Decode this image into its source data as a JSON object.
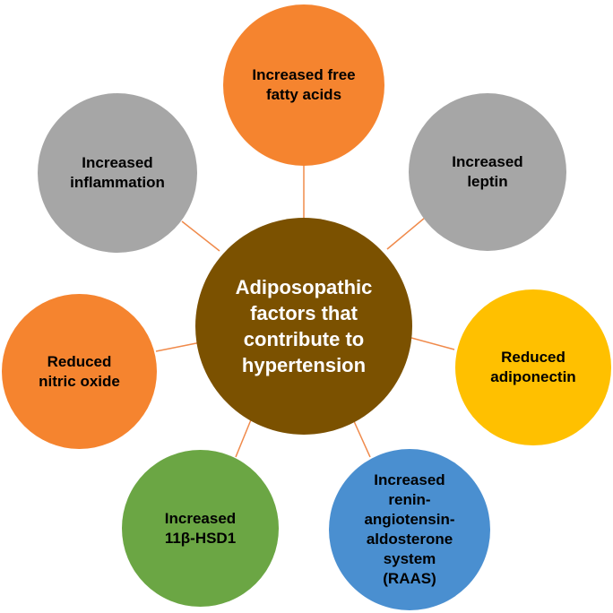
{
  "center": {
    "label": "Adiposopathic\nfactors that\ncontribute to\nhypertension",
    "color": "#7B5100"
  },
  "connector_color": "#F08A4B",
  "factors": [
    {
      "label": "Increased free\nfatty acids",
      "color": "#F5842F"
    },
    {
      "label": "Increased\nleptin",
      "color": "#A6A6A6"
    },
    {
      "label": "Reduced\nadiponectin",
      "color": "#FFC000"
    },
    {
      "label": "Increased\nrenin-\nangiotensin-\naldosterone\nsystem\n(RAAS)",
      "color": "#4A8FD0"
    },
    {
      "label": "Increased\n11β-HSD1",
      "color": "#6BA644"
    },
    {
      "label": "Reduced\nnitric oxide",
      "color": "#F5842F"
    },
    {
      "label": "Increased\ninflammation",
      "color": "#A6A6A6"
    }
  ]
}
